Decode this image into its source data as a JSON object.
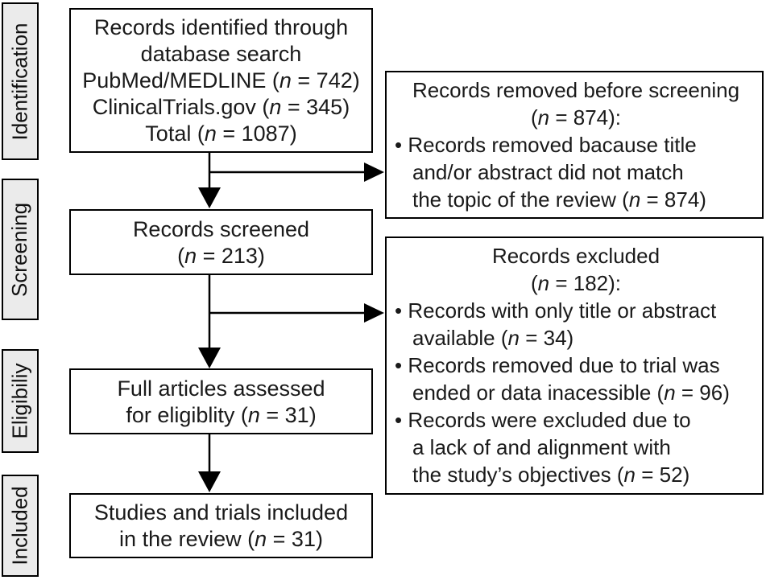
{
  "sidebar": {
    "stages": [
      {
        "label": "Identification"
      },
      {
        "label": "Screening"
      },
      {
        "label": "Eligibiliy"
      },
      {
        "label": "Included"
      }
    ]
  },
  "flow": {
    "identified": {
      "lines": [
        "Records identified through",
        "database search",
        "PubMed/MEDLINE (<i>n</i> = 742)",
        "ClinicalTrials.gov (<i>n</i> = 345)",
        "Total (<i>n</i> = 1087)"
      ]
    },
    "screened": {
      "lines": [
        "Records screened",
        "(<i>n</i> = 213)"
      ]
    },
    "assessed": {
      "lines": [
        "Full articles assessed",
        "for eligiblity (<i>n</i> = 31)"
      ]
    },
    "included": {
      "lines": [
        "Studies and trials included",
        "in the review (<i>n</i> = 31)"
      ]
    }
  },
  "exclusions": {
    "removed_before_screening": {
      "heading": [
        "Records removed before screening",
        "(<i>n</i> = 874):"
      ],
      "bullet1": [
        "• Records removed bacause title",
        "and/or abstract did not match",
        "the topic of the review (<i>n</i> = 874)"
      ]
    },
    "records_excluded": {
      "heading": [
        "Records excluded",
        "(<i>n</i> = 182):"
      ],
      "bullet1": [
        "• Records with only title or abstract",
        "available (<i>n</i> = 34)"
      ],
      "bullet2": [
        "• Records removed due to trial was",
        "ended or data inacessible (<i>n</i> = 96)"
      ],
      "bullet3": [
        "• Records were excluded due to",
        "a lack of and alignment with",
        "the study’s objectives (<i>n</i> = 52)"
      ]
    }
  },
  "counts": {
    "pubmed_medline": 742,
    "clinicaltrials_gov": 345,
    "total_identified": 1087,
    "removed_before_screening": 874,
    "title_abstract_mismatch": 874,
    "screened": 213,
    "excluded": 182,
    "only_title_or_abstract_available": 34,
    "trial_ended_or_data_inaccessible": 96,
    "lack_of_alignment_with_objectives": 52,
    "full_articles_assessed": 31,
    "included_in_review": 31
  },
  "colors": {
    "stage_fill": "#ebebeb",
    "border": "#000000",
    "text": "#1a1a1a",
    "background": "#ffffff"
  }
}
